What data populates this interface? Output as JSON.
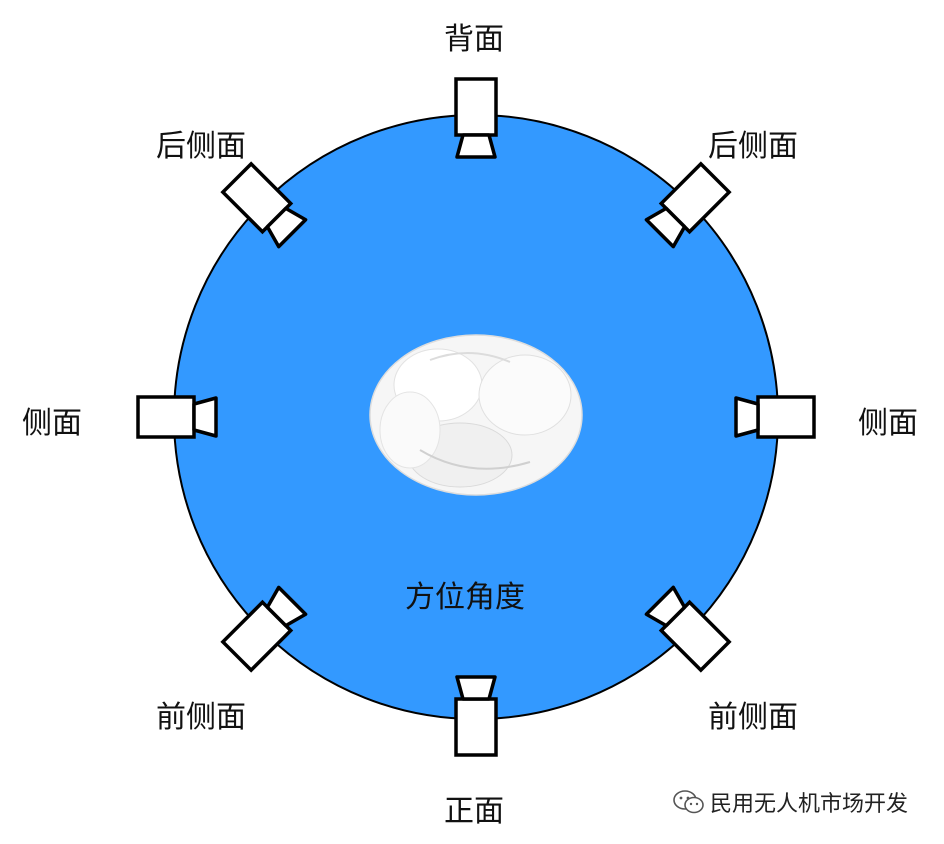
{
  "labels": {
    "back": "背面",
    "rear_side_left": "后侧面",
    "rear_side_right": "后侧面",
    "side_left": "侧面",
    "side_right": "侧面",
    "front_side_left": "前侧面",
    "front_side_right": "前侧面",
    "front": "正面",
    "center": "方位角度"
  },
  "watermark": {
    "text": "民用无人机市场开发",
    "icon": "wechat-icon"
  },
  "colors": {
    "circle_fill": "#3399ff",
    "circle_stroke": "#000000",
    "camera_fill": "#ffffff",
    "camera_stroke": "#000000",
    "subject": "#f4f4f4"
  },
  "cameras": [
    {
      "name": "camera-back",
      "angle_deg": 0
    },
    {
      "name": "camera-rear-side-right",
      "angle_deg": 45
    },
    {
      "name": "camera-side-right",
      "angle_deg": 90
    },
    {
      "name": "camera-front-side-right",
      "angle_deg": 135
    },
    {
      "name": "camera-front",
      "angle_deg": 180
    },
    {
      "name": "camera-front-side-left",
      "angle_deg": 225
    },
    {
      "name": "camera-side-left",
      "angle_deg": 270
    },
    {
      "name": "camera-rear-side-left",
      "angle_deg": 315
    }
  ]
}
